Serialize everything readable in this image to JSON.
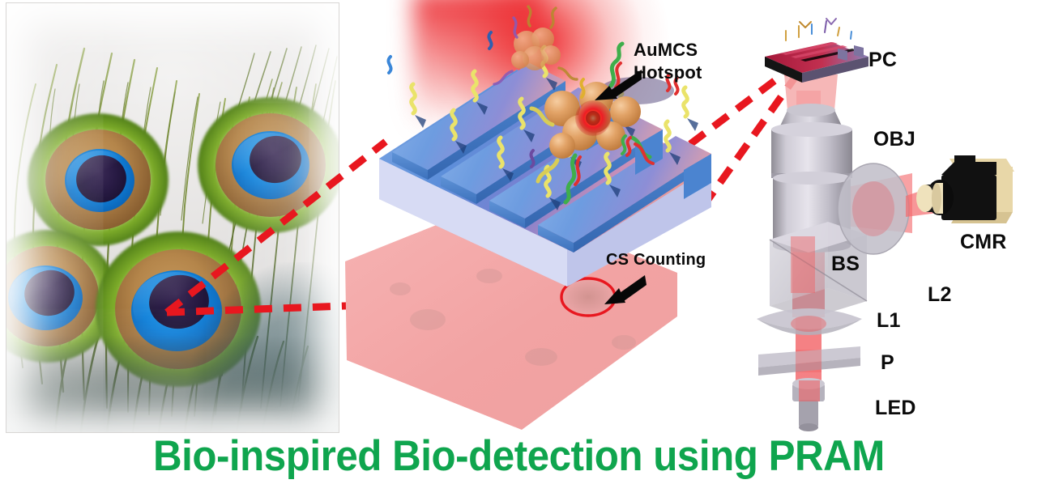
{
  "figure": {
    "title": "Bio-inspired Bio-detection using PRAM",
    "title_color": "#0FA54E",
    "background_color": "#ffffff"
  },
  "panel_feather": {
    "name": "peacock-feather-photograph",
    "description_alt": "Peacock tail feathers with iridescent eyespots",
    "eyespot_count": 4,
    "colors": {
      "core": "#241a3f",
      "cyan_ring": "#0f7fd8",
      "bronze_ring": "#b4854a",
      "green_fringe": "#7fae2a",
      "barbs": "#5c6b2a"
    }
  },
  "panel_schematic": {
    "name": "pram-sensor-schematic",
    "labels": [
      {
        "id": "aumcs-hotspot",
        "line1": "AuMCS",
        "line2": "Hotspot"
      },
      {
        "id": "cs-counting",
        "text": "CS Counting"
      }
    ],
    "colors": {
      "grating_top": "#5b93dd",
      "grating_side": "#3f79c8",
      "grating_base": "#cfd4f2",
      "aptamer": "#eae36a",
      "gold_particle": "#e09b5a",
      "hotspot": "#ee1c24",
      "imaging_plane": "#f3a9a9",
      "dashed_guide": "#e8171f"
    }
  },
  "panel_optics": {
    "name": "optical-microscope-setup",
    "components": [
      {
        "id": "pc",
        "label": "PC",
        "full": "photonic crystal"
      },
      {
        "id": "obj",
        "label": "OBJ",
        "full": "objective lens"
      },
      {
        "id": "cmr",
        "label": "CMR",
        "full": "camera"
      },
      {
        "id": "bs",
        "label": "BS",
        "full": "beam splitter"
      },
      {
        "id": "l2",
        "label": "L2",
        "full": "lens 2"
      },
      {
        "id": "l1",
        "label": "L1",
        "full": "lens 1"
      },
      {
        "id": "p",
        "label": "P",
        "full": "polarizer"
      },
      {
        "id": "led",
        "label": "LED",
        "full": "light emitting diode"
      }
    ],
    "colors": {
      "metal": "#b9b6bd",
      "glass": "#c8c6ce",
      "beam": "#f2585b",
      "camera_body": "#111111",
      "camera_trim": "#e8d7a8"
    }
  }
}
